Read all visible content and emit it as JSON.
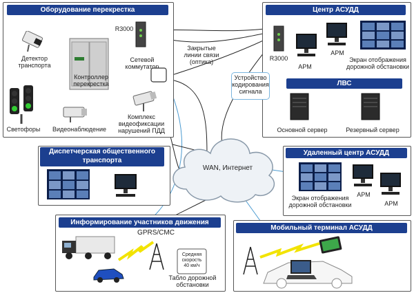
{
  "sections": {
    "intersection": {
      "title": "Оборудование перекрестка"
    },
    "center": {
      "title": "Центр АСУДД"
    },
    "lan": {
      "title": "ЛВС"
    },
    "dispatch": {
      "title": "Диспетчерская общественного транспорта"
    },
    "remote": {
      "title": "Удаленный центр АСУДД"
    },
    "inform": {
      "title": "Информирование участников движения"
    },
    "mobile": {
      "title": "Мобильный терминал АСУДД"
    }
  },
  "labels": {
    "r3000_left": "R3000",
    "r3000_right": "R3000",
    "detector_1": "Детектор",
    "detector_2": "транспорта",
    "controller_1": "Контроллер",
    "controller_2": "перекрестка",
    "switch_1": "Сетевой",
    "switch_2": "коммутатор",
    "complex_1": "Комплекс",
    "complex_2": "видеофиксации",
    "complex_3": "нарушений ПДД",
    "lights": "Светофоры",
    "video": "Видеонаблюдение",
    "closed_1": "Закрытые",
    "closed_2": "линии связи",
    "closed_3": "(оптика)",
    "encoder_1": "Устройство",
    "encoder_2": "кодирования",
    "encoder_3": "сигнала",
    "arm": "АРМ",
    "screen_1": "Экран отображения",
    "screen_2": "дорожной обстановки",
    "server_main": "Основной сервер",
    "server_backup": "Резервный сервер",
    "wan": "WAN, Интернет",
    "remote_screen_1": "Экран отображения",
    "remote_screen_2": "дорожной обстановки",
    "gprs": "GPRS/CMC",
    "sign_1": "Средняя",
    "sign_2": "скорость",
    "sign_3": "40 км/ч",
    "tablo_1": "Табло дорожной",
    "tablo_2": "обстановки"
  },
  "colors": {
    "header": "#1c3f8f",
    "cloud": "#eef2f6",
    "wire": "#222222",
    "lightning": "#f2e300"
  }
}
